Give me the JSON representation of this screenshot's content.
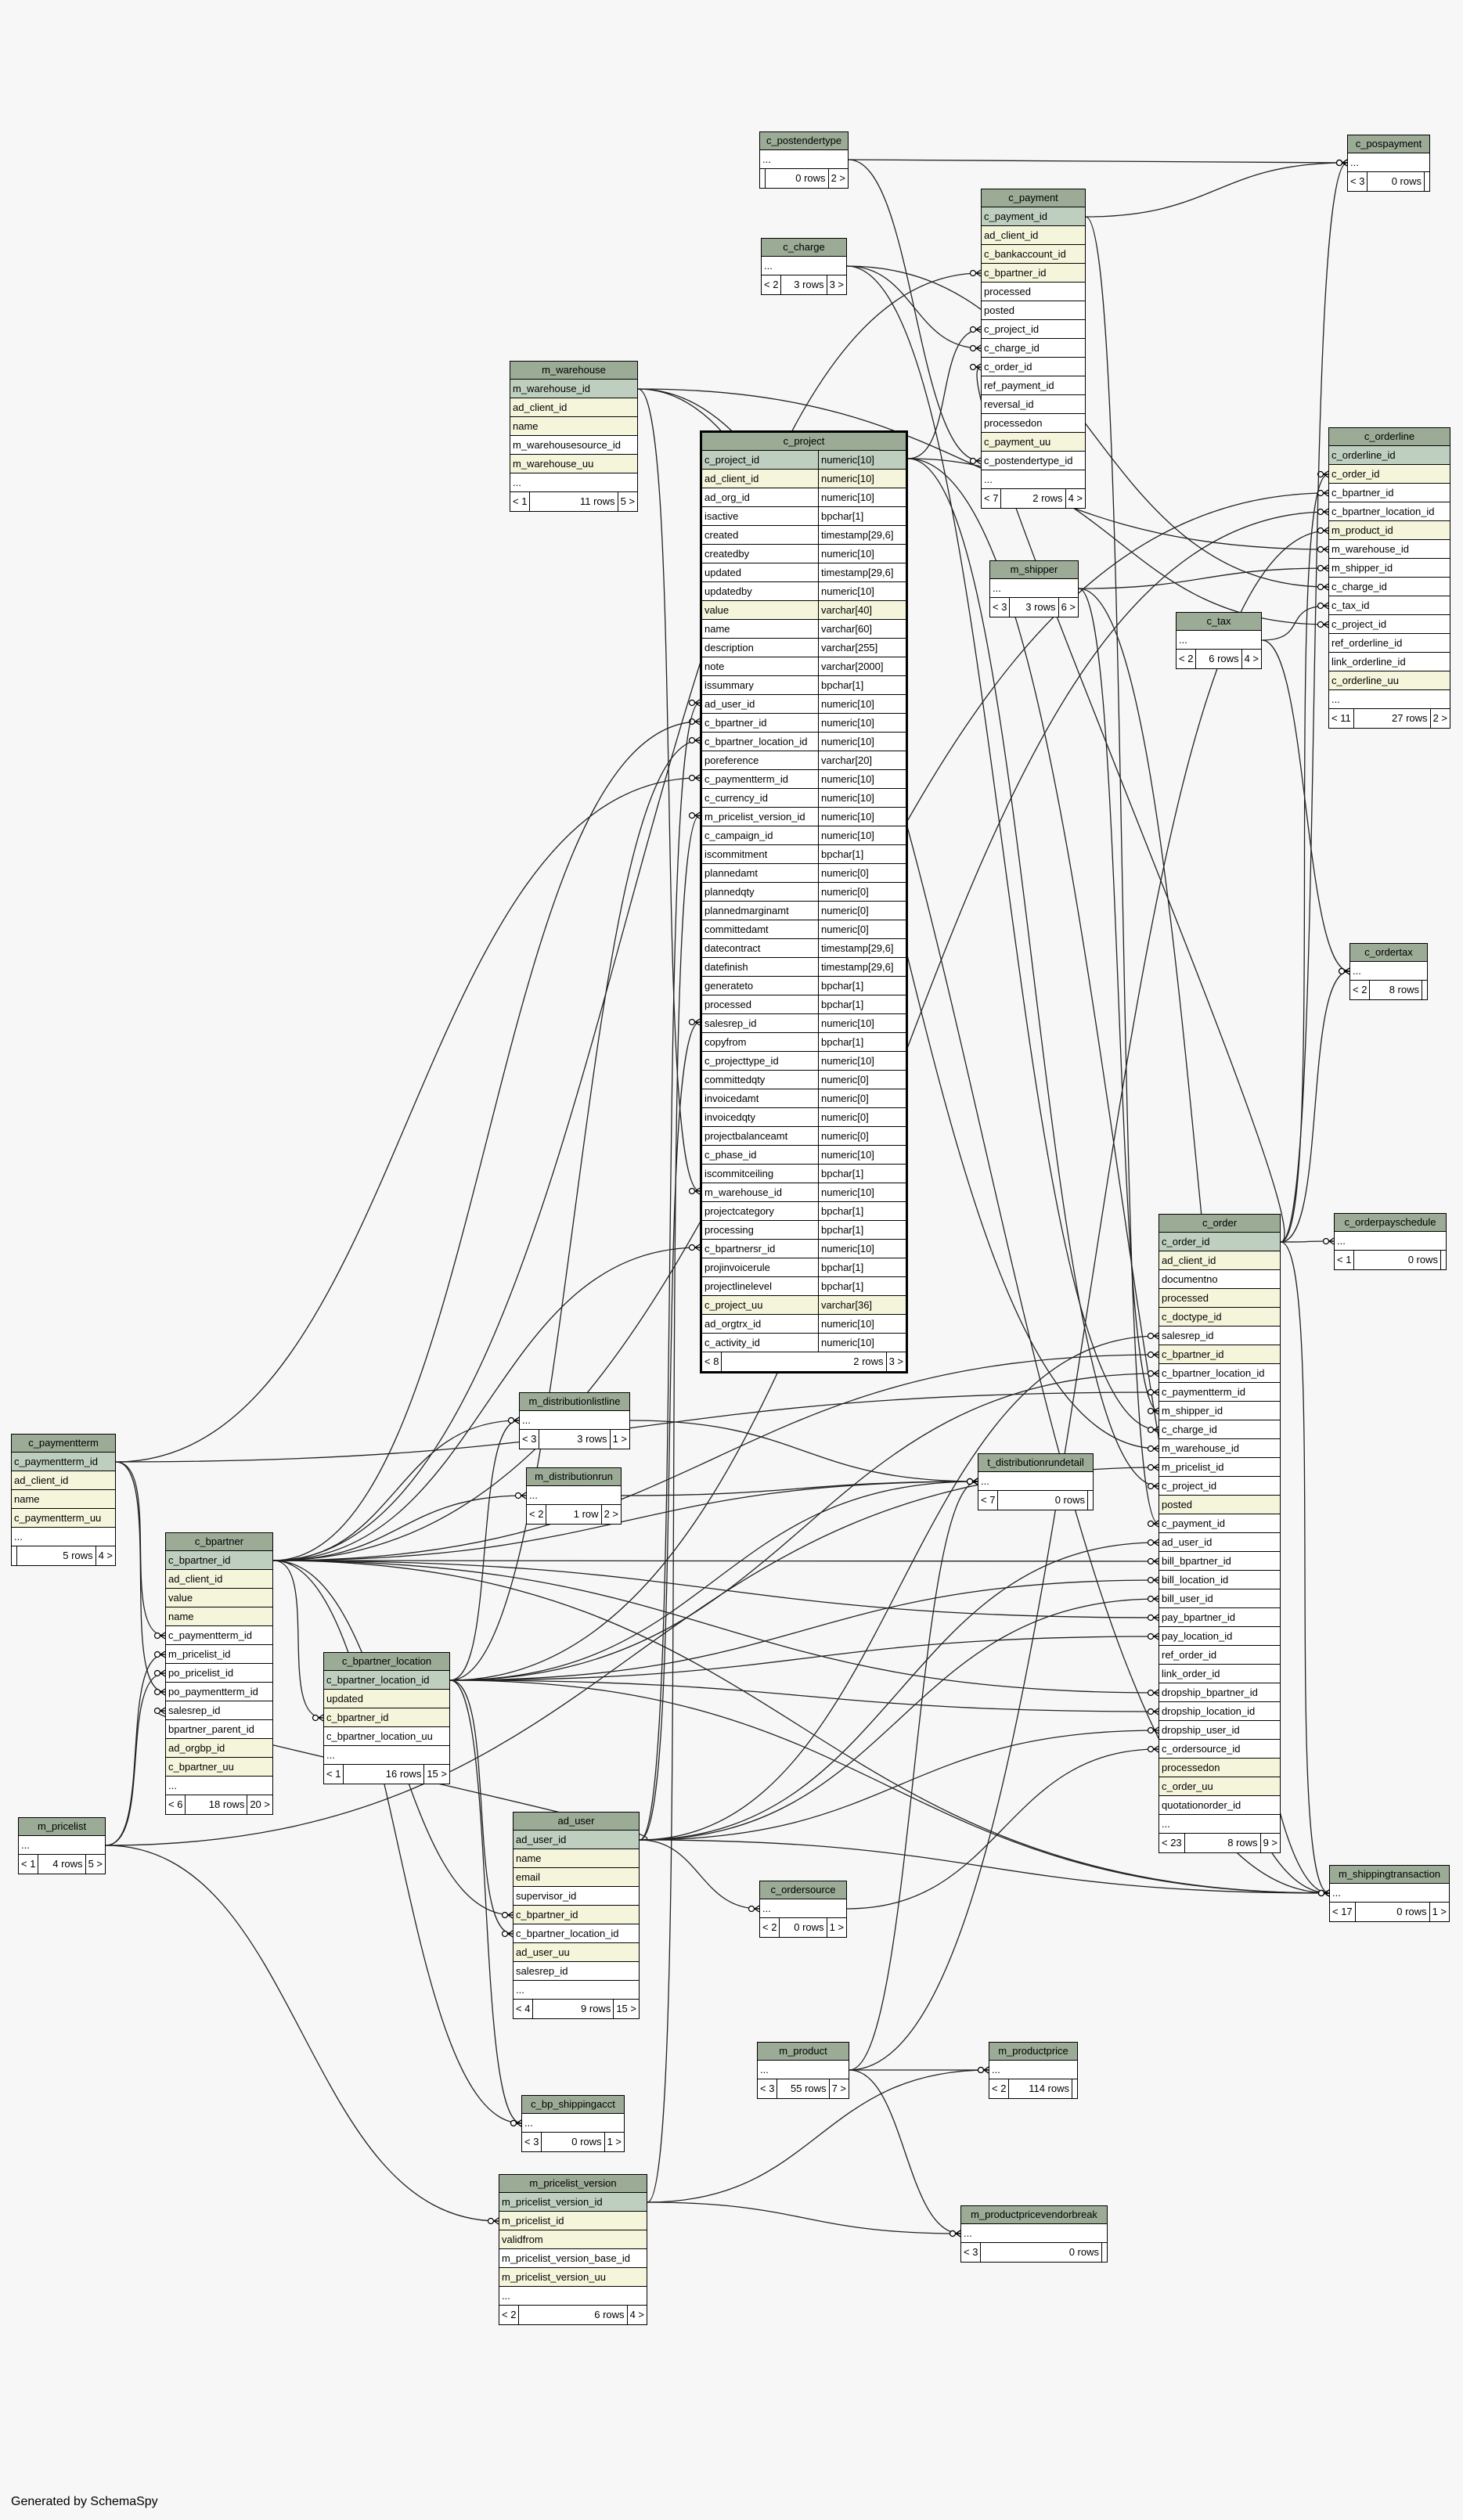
{
  "footer": "Generated by SchemaSpy",
  "colors": {
    "background": "#f7f7f7",
    "header": "#9bab96",
    "primary_key": "#bfcfbf",
    "indexed": "#f5f5dc",
    "edge": "#222222"
  },
  "tables": {
    "c_postendertype": {
      "title": "c_postendertype",
      "rows": [
        "..."
      ],
      "foot": [
        "",
        "0 rows",
        "2 >"
      ]
    },
    "c_pospayment": {
      "title": "c_pospayment",
      "rows": [
        "..."
      ],
      "foot": [
        "< 3",
        "0 rows",
        ""
      ]
    },
    "c_payment": {
      "title": "c_payment",
      "rows": [
        "c_payment_id",
        "ad_client_id",
        "c_bankaccount_id",
        "c_bpartner_id",
        "processed",
        "posted",
        "c_project_id",
        "c_charge_id",
        "c_order_id",
        "ref_payment_id",
        "reversal_id",
        "processedon",
        "c_payment_uu",
        "c_postendertype_id",
        "..."
      ],
      "foot": [
        "< 7",
        "2 rows",
        "4 >"
      ]
    },
    "c_charge": {
      "title": "c_charge",
      "rows": [
        "..."
      ],
      "foot": [
        "< 2",
        "3 rows",
        "3 >"
      ]
    },
    "m_warehouse": {
      "title": "m_warehouse",
      "rows": [
        "m_warehouse_id",
        "ad_client_id",
        "name",
        "m_warehousesource_id",
        "m_warehouse_uu",
        "..."
      ],
      "foot": [
        "< 1",
        "11 rows",
        "5 >"
      ]
    },
    "c_project": {
      "title": "c_project",
      "rows": [
        [
          "c_project_id",
          "numeric[10]"
        ],
        [
          "ad_client_id",
          "numeric[10]"
        ],
        [
          "ad_org_id",
          "numeric[10]"
        ],
        [
          "isactive",
          "bpchar[1]"
        ],
        [
          "created",
          "timestamp[29,6]"
        ],
        [
          "createdby",
          "numeric[10]"
        ],
        [
          "updated",
          "timestamp[29,6]"
        ],
        [
          "updatedby",
          "numeric[10]"
        ],
        [
          "value",
          "varchar[40]"
        ],
        [
          "name",
          "varchar[60]"
        ],
        [
          "description",
          "varchar[255]"
        ],
        [
          "note",
          "varchar[2000]"
        ],
        [
          "issummary",
          "bpchar[1]"
        ],
        [
          "ad_user_id",
          "numeric[10]"
        ],
        [
          "c_bpartner_id",
          "numeric[10]"
        ],
        [
          "c_bpartner_location_id",
          "numeric[10]"
        ],
        [
          "poreference",
          "varchar[20]"
        ],
        [
          "c_paymentterm_id",
          "numeric[10]"
        ],
        [
          "c_currency_id",
          "numeric[10]"
        ],
        [
          "m_pricelist_version_id",
          "numeric[10]"
        ],
        [
          "c_campaign_id",
          "numeric[10]"
        ],
        [
          "iscommitment",
          "bpchar[1]"
        ],
        [
          "plannedamt",
          "numeric[0]"
        ],
        [
          "plannedqty",
          "numeric[0]"
        ],
        [
          "plannedmarginamt",
          "numeric[0]"
        ],
        [
          "committedamt",
          "numeric[0]"
        ],
        [
          "datecontract",
          "timestamp[29,6]"
        ],
        [
          "datefinish",
          "timestamp[29,6]"
        ],
        [
          "generateto",
          "bpchar[1]"
        ],
        [
          "processed",
          "bpchar[1]"
        ],
        [
          "salesrep_id",
          "numeric[10]"
        ],
        [
          "copyfrom",
          "bpchar[1]"
        ],
        [
          "c_projecttype_id",
          "numeric[10]"
        ],
        [
          "committedqty",
          "numeric[0]"
        ],
        [
          "invoicedamt",
          "numeric[0]"
        ],
        [
          "invoicedqty",
          "numeric[0]"
        ],
        [
          "projectbalanceamt",
          "numeric[0]"
        ],
        [
          "c_phase_id",
          "numeric[10]"
        ],
        [
          "iscommitceiling",
          "bpchar[1]"
        ],
        [
          "m_warehouse_id",
          "numeric[10]"
        ],
        [
          "projectcategory",
          "bpchar[1]"
        ],
        [
          "processing",
          "bpchar[1]"
        ],
        [
          "c_bpartnersr_id",
          "numeric[10]"
        ],
        [
          "projinvoicerule",
          "bpchar[1]"
        ],
        [
          "projectlinelevel",
          "bpchar[1]"
        ],
        [
          "c_project_uu",
          "varchar[36]"
        ],
        [
          "ad_orgtrx_id",
          "numeric[10]"
        ],
        [
          "c_activity_id",
          "numeric[10]"
        ]
      ],
      "foot": [
        "< 8",
        "2 rows",
        "3 >"
      ]
    },
    "m_shipper": {
      "title": "m_shipper",
      "rows": [
        "..."
      ],
      "foot": [
        "< 3",
        "3 rows",
        "6 >"
      ]
    },
    "c_tax": {
      "title": "c_tax",
      "rows": [
        "..."
      ],
      "foot": [
        "< 2",
        "6 rows",
        "4 >"
      ]
    },
    "c_orderline": {
      "title": "c_orderline",
      "rows": [
        "c_orderline_id",
        "c_order_id",
        "c_bpartner_id",
        "c_bpartner_location_id",
        "m_product_id",
        "m_warehouse_id",
        "m_shipper_id",
        "c_charge_id",
        "c_tax_id",
        "c_project_id",
        "ref_orderline_id",
        "link_orderline_id",
        "c_orderline_uu",
        "..."
      ],
      "foot": [
        "< 11",
        "27 rows",
        "2 >"
      ]
    },
    "c_ordertax": {
      "title": "c_ordertax",
      "rows": [
        "..."
      ],
      "foot": [
        "< 2",
        "8 rows",
        ""
      ]
    },
    "c_orderpayschedule": {
      "title": "c_orderpayschedule",
      "rows": [
        "..."
      ],
      "foot": [
        "< 1",
        "0 rows",
        ""
      ]
    },
    "c_order": {
      "title": "c_order",
      "rows": [
        "c_order_id",
        "ad_client_id",
        "documentno",
        "processed",
        "c_doctype_id",
        "salesrep_id",
        "c_bpartner_id",
        "c_bpartner_location_id",
        "c_paymentterm_id",
        "m_shipper_id",
        "c_charge_id",
        "m_warehouse_id",
        "m_pricelist_id",
        "c_project_id",
        "posted",
        "c_payment_id",
        "ad_user_id",
        "bill_bpartner_id",
        "bill_location_id",
        "bill_user_id",
        "pay_bpartner_id",
        "pay_location_id",
        "ref_order_id",
        "link_order_id",
        "dropship_bpartner_id",
        "dropship_location_id",
        "dropship_user_id",
        "c_ordersource_id",
        "processedon",
        "c_order_uu",
        "quotationorder_id",
        "..."
      ],
      "foot": [
        "< 23",
        "8 rows",
        "9 >"
      ]
    },
    "c_paymentterm": {
      "title": "c_paymentterm",
      "rows": [
        "c_paymentterm_id",
        "ad_client_id",
        "name",
        "c_paymentterm_uu",
        "..."
      ],
      "foot": [
        "",
        "5 rows",
        "4 >"
      ]
    },
    "c_bpartner": {
      "title": "c_bpartner",
      "rows": [
        "c_bpartner_id",
        "ad_client_id",
        "value",
        "name",
        "c_paymentterm_id",
        "m_pricelist_id",
        "po_pricelist_id",
        "po_paymentterm_id",
        "salesrep_id",
        "bpartner_parent_id",
        "ad_orgbp_id",
        "c_bpartner_uu",
        "..."
      ],
      "foot": [
        "< 6",
        "18 rows",
        "20 >"
      ]
    },
    "m_distributionlistline": {
      "title": "m_distributionlistline",
      "rows": [
        "..."
      ],
      "foot": [
        "< 3",
        "3 rows",
        "1 >"
      ]
    },
    "m_distributionrun": {
      "title": "m_distributionrun",
      "rows": [
        "..."
      ],
      "foot": [
        "< 2",
        "1 row",
        "2 >"
      ]
    },
    "t_distributionrundetail": {
      "title": "t_distributionrundetail",
      "rows": [
        "..."
      ],
      "foot": [
        "< 7",
        "0 rows",
        ""
      ]
    },
    "c_bpartner_location": {
      "title": "c_bpartner_location",
      "rows": [
        "c_bpartner_location_id",
        "updated",
        "c_bpartner_id",
        "c_bpartner_location_uu",
        "..."
      ],
      "foot": [
        "< 1",
        "16 rows",
        "15 >"
      ]
    },
    "m_pricelist": {
      "title": "m_pricelist",
      "rows": [
        "..."
      ],
      "foot": [
        "< 1",
        "4 rows",
        "5 >"
      ]
    },
    "ad_user": {
      "title": "ad_user",
      "rows": [
        "ad_user_id",
        "name",
        "email",
        "supervisor_id",
        "c_bpartner_id",
        "c_bpartner_location_id",
        "ad_user_uu",
        "salesrep_id",
        "..."
      ],
      "foot": [
        "< 4",
        "9 rows",
        "15 >"
      ]
    },
    "c_ordersource": {
      "title": "c_ordersource",
      "rows": [
        "..."
      ],
      "foot": [
        "< 2",
        "0 rows",
        "1 >"
      ]
    },
    "m_shippingtransaction": {
      "title": "m_shippingtransaction",
      "rows": [
        "..."
      ],
      "foot": [
        "< 17",
        "0 rows",
        "1 >"
      ]
    },
    "m_product": {
      "title": "m_product",
      "rows": [
        "..."
      ],
      "foot": [
        "< 3",
        "55 rows",
        "7 >"
      ]
    },
    "m_productprice": {
      "title": "m_productprice",
      "rows": [
        "..."
      ],
      "foot": [
        "< 2",
        "114 rows",
        ""
      ]
    },
    "c_bp_shippingacct": {
      "title": "c_bp_shippingacct",
      "rows": [
        "..."
      ],
      "foot": [
        "< 3",
        "0 rows",
        "1 >"
      ]
    },
    "m_pricelist_version": {
      "title": "m_pricelist_version",
      "rows": [
        "m_pricelist_version_id",
        "m_pricelist_id",
        "validfrom",
        "m_pricelist_version_base_id",
        "m_pricelist_version_uu",
        "..."
      ],
      "foot": [
        "< 2",
        "6 rows",
        "4 >"
      ]
    },
    "m_productpricevendorbreak": {
      "title": "m_productpricevendorbreak",
      "rows": [
        "..."
      ],
      "foot": [
        "< 3",
        "0 rows",
        ""
      ]
    }
  }
}
